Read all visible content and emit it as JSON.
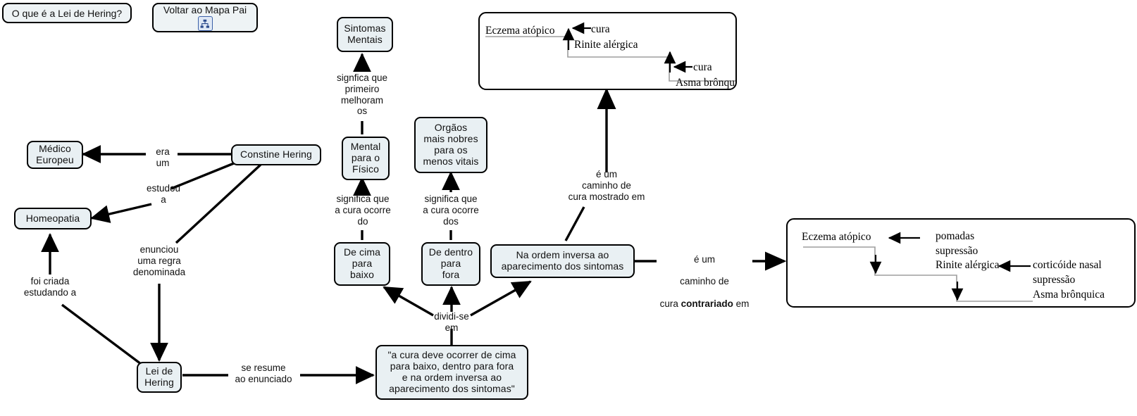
{
  "map": {
    "title": "O que é a Lei de Hering?",
    "background": "#ffffff",
    "node_fill": "#e9f0f3",
    "node_stroke": "#000000",
    "edge_color": "#000000",
    "staircase_color": "#9a9a9a"
  },
  "buttons": {
    "question": "O que é a Lei de Hering?",
    "parent_map": "Voltar ao Mapa Pai",
    "parent_map_icon": "concept-map-icon"
  },
  "nodes": {
    "medico_europeu": "Médico\nEuropeu",
    "homeopatia": "Homeopatia",
    "constine_hering": "Constine Hering",
    "lei_de_hering": "Lei de\nHering",
    "sintomas_mentais": "Sintomas\nMentais",
    "mental_fisico": "Mental\npara o\nFísico",
    "orgaos_nobres": "Orgãos\nmais nobres\npara os\nmenos vitais",
    "de_cima_baixo": "De cima\npara\nbaixo",
    "de_dentro_fora": "De dentro\npara\nfora",
    "ordem_inversa": "Na ordem inversa ao\naparecimento dos sintomas",
    "enunciado": "\"a cura deve ocorrer de cima\npara baixo, dentro para fora\ne na ordem inversa ao\naparecimento dos sintomas\""
  },
  "links": {
    "era_um": "era\num",
    "estudou_a": "estudou\na",
    "enunciou": "enunciou\numa regra\ndenominada",
    "foi_criada": "foi criada\nestudando a",
    "se_resume": "se resume\nao enunciado",
    "dividi_se_em": "dividi-se\nem",
    "signfica_primeiro": "signfica que\nprimeiro\nmelhoram\nos",
    "significa_cura_do": "significa que\na cura ocorre\ndo",
    "significa_cura_dos": "significa que\na cura ocorre\ndos",
    "caminho_mostrado": "é um\ncaminho de\ncura mostrado em",
    "caminho_contrariado_a": "é um",
    "caminho_contrariado_b": "caminho de",
    "caminho_contrariado_c1": "cura ",
    "caminho_contrariado_c2": "contrariado",
    "caminho_contrariado_c3": " em"
  },
  "cure_diagram": {
    "title": "cura",
    "steps": [
      {
        "disease": "Eczema atópico",
        "agent": "cura",
        "direction": "up"
      },
      {
        "disease": "Rinite alérgica",
        "agent": "cura",
        "direction": "up"
      },
      {
        "disease": "Asma brônquica",
        "agent": "",
        "direction": ""
      }
    ]
  },
  "suppression_diagram": {
    "steps": [
      {
        "disease": "Eczema atópico",
        "agent": "pomadas",
        "effect": "supressão",
        "direction": "down"
      },
      {
        "disease": "Rinite alérgica",
        "agent": "corticóide nasal",
        "effect": "supressão",
        "direction": "down"
      },
      {
        "disease": "Asma brônquica",
        "agent": "",
        "effect": "",
        "direction": ""
      }
    ]
  }
}
